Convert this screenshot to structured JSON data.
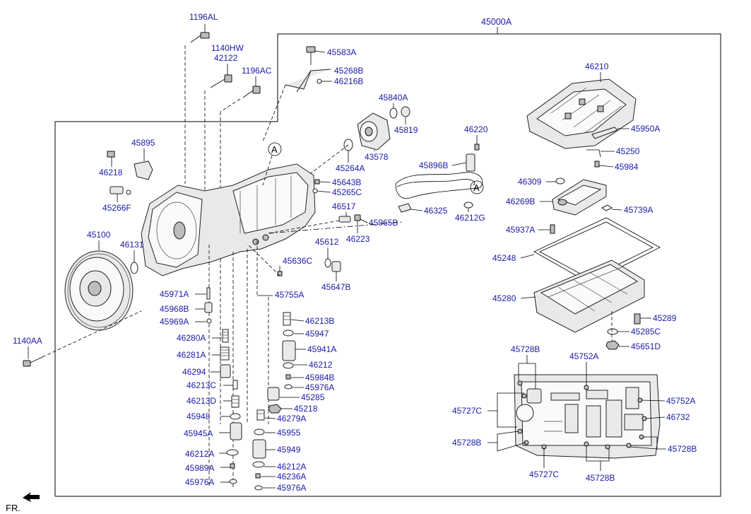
{
  "diagram": {
    "assembly_label": "45000A",
    "fr_label": "FR.",
    "callout_a": "A",
    "labels": {
      "l_1196AL": "1196AL",
      "l_1140HW": "1140HW",
      "l_42122": "42122",
      "l_1196AC": "1196AC",
      "l_45583A": "45583A",
      "l_45268B": "45268B",
      "l_46216B": "46216B",
      "l_45840A": "45840A",
      "l_45819": "45819",
      "l_43578": "43578",
      "l_45264A": "45264A",
      "l_45895": "45895",
      "l_46218": "46218",
      "l_45266F": "45266F",
      "l_45643B": "45643B",
      "l_45265C": "45265C",
      "l_46517": "46517",
      "l_45965B": "45965B",
      "l_46223": "46223",
      "l_45612": "45612",
      "l_45636C": "45636C",
      "l_45647B": "45647B",
      "l_45755A": "45755A",
      "l_45100": "45100",
      "l_46131": "46131",
      "l_1140AA": "1140AA",
      "l_45971A": "45971A",
      "l_45968B": "45968B",
      "l_45969A": "45969A",
      "l_46280A": "46280A",
      "l_46281A": "46281A",
      "l_46294": "46294",
      "l_46213C": "46213C",
      "l_46213D": "46213D",
      "l_45948": "45948",
      "l_45945A": "45945A",
      "l_46212A_left": "46212A",
      "l_45989A": "45989A",
      "l_45976A_left": "45976A",
      "l_46213B": "46213B",
      "l_45947": "45947",
      "l_45941A": "45941A",
      "l_46212": "46212",
      "l_45984B": "45984B",
      "l_45976A_mid": "45976A",
      "l_45285": "45285",
      "l_45218": "45218",
      "l_46279A": "46279A",
      "l_45955": "45955",
      "l_45949": "45949",
      "l_46212A_mid": "46212A",
      "l_46236A": "46236A",
      "l_45976A_bottom": "45976A",
      "l_46220": "46220",
      "l_45896B": "45896B",
      "l_46325": "46325",
      "l_46212G": "46212G",
      "l_46210": "46210",
      "l_45950A": "45950A",
      "l_45250": "45250",
      "l_45984": "45984",
      "l_46309": "46309",
      "l_46269B": "46269B",
      "l_45739A": "45739A",
      "l_45937A": "45937A",
      "l_45248": "45248",
      "l_45280": "45280",
      "l_45289": "45289",
      "l_45285C": "45285C",
      "l_45651D": "45651D",
      "l_45728B_top": "45728B",
      "l_45752A_top": "45752A",
      "l_45727C_left": "45727C",
      "l_45752A_right": "45752A",
      "l_46732": "46732",
      "l_45728B_left": "45728B",
      "l_45728B_right": "45728B",
      "l_45727C_bottom": "45727C",
      "l_45728B_bottom": "45728B"
    }
  }
}
